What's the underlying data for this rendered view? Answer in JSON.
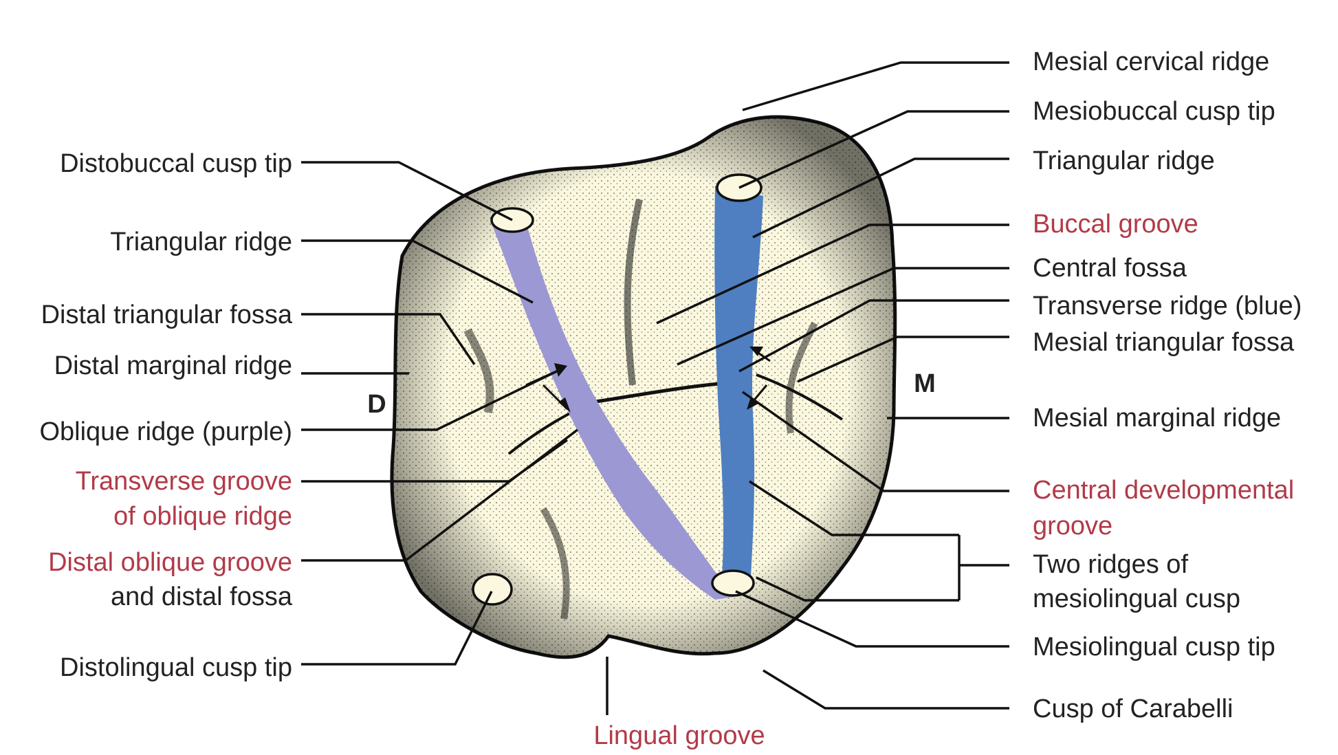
{
  "colors": {
    "background": "#ffffff",
    "tooth_fill": "#fbf8df",
    "stipple": "#1a1a1a",
    "oblique_ridge": "#9c98d4",
    "transverse_ridge": "#4f7fc1",
    "normal_label": "#222222",
    "groove_label": "#b23a48"
  },
  "orientation": {
    "distal": "D",
    "mesial": "M"
  },
  "labels_left": [
    {
      "id": "distobuccal-cusp-tip",
      "lines": [
        "Distobuccal cusp tip"
      ],
      "kind": "structure"
    },
    {
      "id": "triangular-ridge-left",
      "lines": [
        "Triangular ridge"
      ],
      "kind": "structure"
    },
    {
      "id": "distal-triangular-fossa",
      "lines": [
        "Distal triangular fossa"
      ],
      "kind": "structure"
    },
    {
      "id": "distal-marginal-ridge",
      "lines": [
        "Distal marginal ridge"
      ],
      "kind": "structure"
    },
    {
      "id": "oblique-ridge",
      "lines": [
        "Oblique ridge (purple)"
      ],
      "kind": "structure"
    },
    {
      "id": "transverse-groove-oblique-ridge",
      "lines": [
        "Transverse groove",
        "of oblique ridge"
      ],
      "kind": "groove"
    },
    {
      "id": "distal-oblique-groove",
      "lines": [
        "Distal oblique groove",
        "and distal fossa"
      ],
      "kind": "mixed"
    },
    {
      "id": "distolingual-cusp-tip",
      "lines": [
        "Distolingual cusp tip"
      ],
      "kind": "structure"
    }
  ],
  "labels_right": [
    {
      "id": "mesial-cervical-ridge",
      "lines": [
        "Mesial cervical ridge"
      ],
      "kind": "structure"
    },
    {
      "id": "mesiobuccal-cusp-tip",
      "lines": [
        "Mesiobuccal cusp tip"
      ],
      "kind": "structure"
    },
    {
      "id": "triangular-ridge-right",
      "lines": [
        "Triangular ridge"
      ],
      "kind": "structure"
    },
    {
      "id": "buccal-groove",
      "lines": [
        "Buccal groove"
      ],
      "kind": "groove"
    },
    {
      "id": "central-fossa",
      "lines": [
        "Central fossa"
      ],
      "kind": "structure"
    },
    {
      "id": "transverse-ridge",
      "lines": [
        "Transverse ridge (blue)"
      ],
      "kind": "structure"
    },
    {
      "id": "mesial-triangular-fossa",
      "lines": [
        "Mesial triangular fossa"
      ],
      "kind": "structure"
    },
    {
      "id": "mesial-marginal-ridge",
      "lines": [
        "Mesial marginal ridge"
      ],
      "kind": "structure"
    },
    {
      "id": "central-developmental-groove",
      "lines": [
        "Central developmental",
        "groove"
      ],
      "kind": "groove"
    },
    {
      "id": "two-ridges-mesiolingual-cusp",
      "lines": [
        "Two ridges of",
        "mesiolingual cusp"
      ],
      "kind": "structure"
    },
    {
      "id": "mesiolingual-cusp-tip",
      "lines": [
        "Mesiolingual cusp tip"
      ],
      "kind": "structure"
    },
    {
      "id": "cusp-of-carabelli",
      "lines": [
        "Cusp of Carabelli"
      ],
      "kind": "structure"
    }
  ],
  "labels_bottom": [
    {
      "id": "lingual-groove",
      "lines": [
        "Lingual groove"
      ],
      "kind": "groove"
    }
  ]
}
